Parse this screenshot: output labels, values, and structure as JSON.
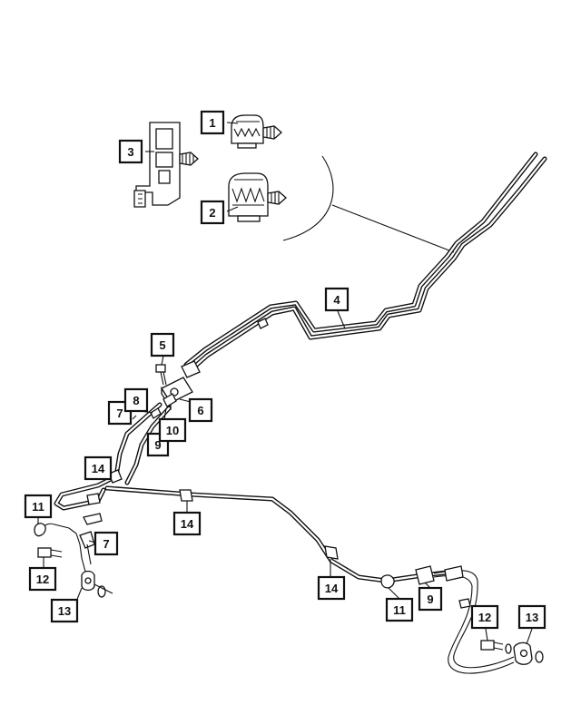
{
  "callouts": [
    {
      "id": "c1",
      "label": "1"
    },
    {
      "id": "c2",
      "label": "2"
    },
    {
      "id": "c3",
      "label": "3"
    },
    {
      "id": "c4",
      "label": "4"
    },
    {
      "id": "c5",
      "label": "5"
    },
    {
      "id": "c6",
      "label": "6"
    },
    {
      "id": "c7a",
      "label": "7"
    },
    {
      "id": "c8",
      "label": "8"
    },
    {
      "id": "c9a",
      "label": "9"
    },
    {
      "id": "c10",
      "label": "10"
    },
    {
      "id": "c14a",
      "label": "14"
    },
    {
      "id": "c11a",
      "label": "11"
    },
    {
      "id": "c7b",
      "label": "7"
    },
    {
      "id": "c14b",
      "label": "14"
    },
    {
      "id": "c12a",
      "label": "12"
    },
    {
      "id": "c13a",
      "label": "13"
    },
    {
      "id": "c14c",
      "label": "14"
    },
    {
      "id": "c11b",
      "label": "11"
    },
    {
      "id": "c9b",
      "label": "9"
    },
    {
      "id": "c12b",
      "label": "12"
    },
    {
      "id": "c13b",
      "label": "13"
    }
  ]
}
